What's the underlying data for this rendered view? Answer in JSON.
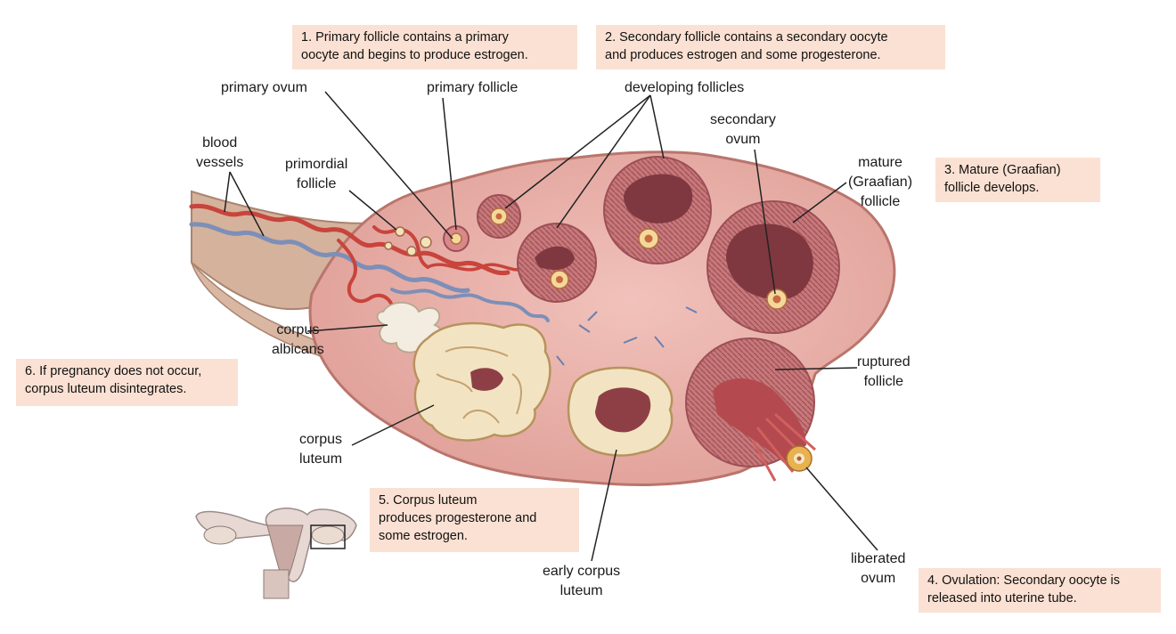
{
  "notes": {
    "n1": "1. Primary follicle contains a primary\noocyte and begins to produce estrogen.",
    "n2": "2. Secondary follicle contains a secondary oocyte\nand produces estrogen and some progesterone.",
    "n3": "3. Mature (Graafian)\nfollicle develops.",
    "n4": "4. Ovulation: Secondary oocyte is\nreleased into uterine tube.",
    "n5": "5. Corpus luteum\n produces progesterone and\nsome estrogen.",
    "n6": "6. If pregnancy does not occur,\ncorpus luteum disintegrates."
  },
  "labels": {
    "primary_ovum": "primary ovum",
    "primary_follicle": "primary follicle",
    "developing_follicles": "developing follicles",
    "blood_vessels_1": "blood",
    "blood_vessels_2": "vessels",
    "primordial_1": "primordial",
    "primordial_2": "follicle",
    "secondary_ovum_1": "secondary",
    "secondary_ovum_2": "ovum",
    "mature_1": "mature",
    "mature_2": "(Graafian)",
    "mature_3": "follicle",
    "corpus_albicans_1": "corpus",
    "corpus_albicans_2": "albicans",
    "ruptured_1": "ruptured",
    "ruptured_2": "follicle",
    "corpus_luteum_1": "corpus",
    "corpus_luteum_2": "luteum",
    "early_cl_1": "early corpus",
    "early_cl_2": "luteum",
    "liberated_1": "liberated",
    "liberated_2": "ovum"
  },
  "colors": {
    "ovary": "#e8aaa4",
    "ovary_edge": "#b9756c",
    "stalk": "#d9b9a0",
    "artery": "#c8443c",
    "vein": "#7d8fb8",
    "follicle_wall": "#b9646a",
    "follicle_cavity": "#8e3f45",
    "luteum": "#f2e4c2",
    "luteum_edge": "#b7935d",
    "note_bg": "#fbe1d3"
  }
}
